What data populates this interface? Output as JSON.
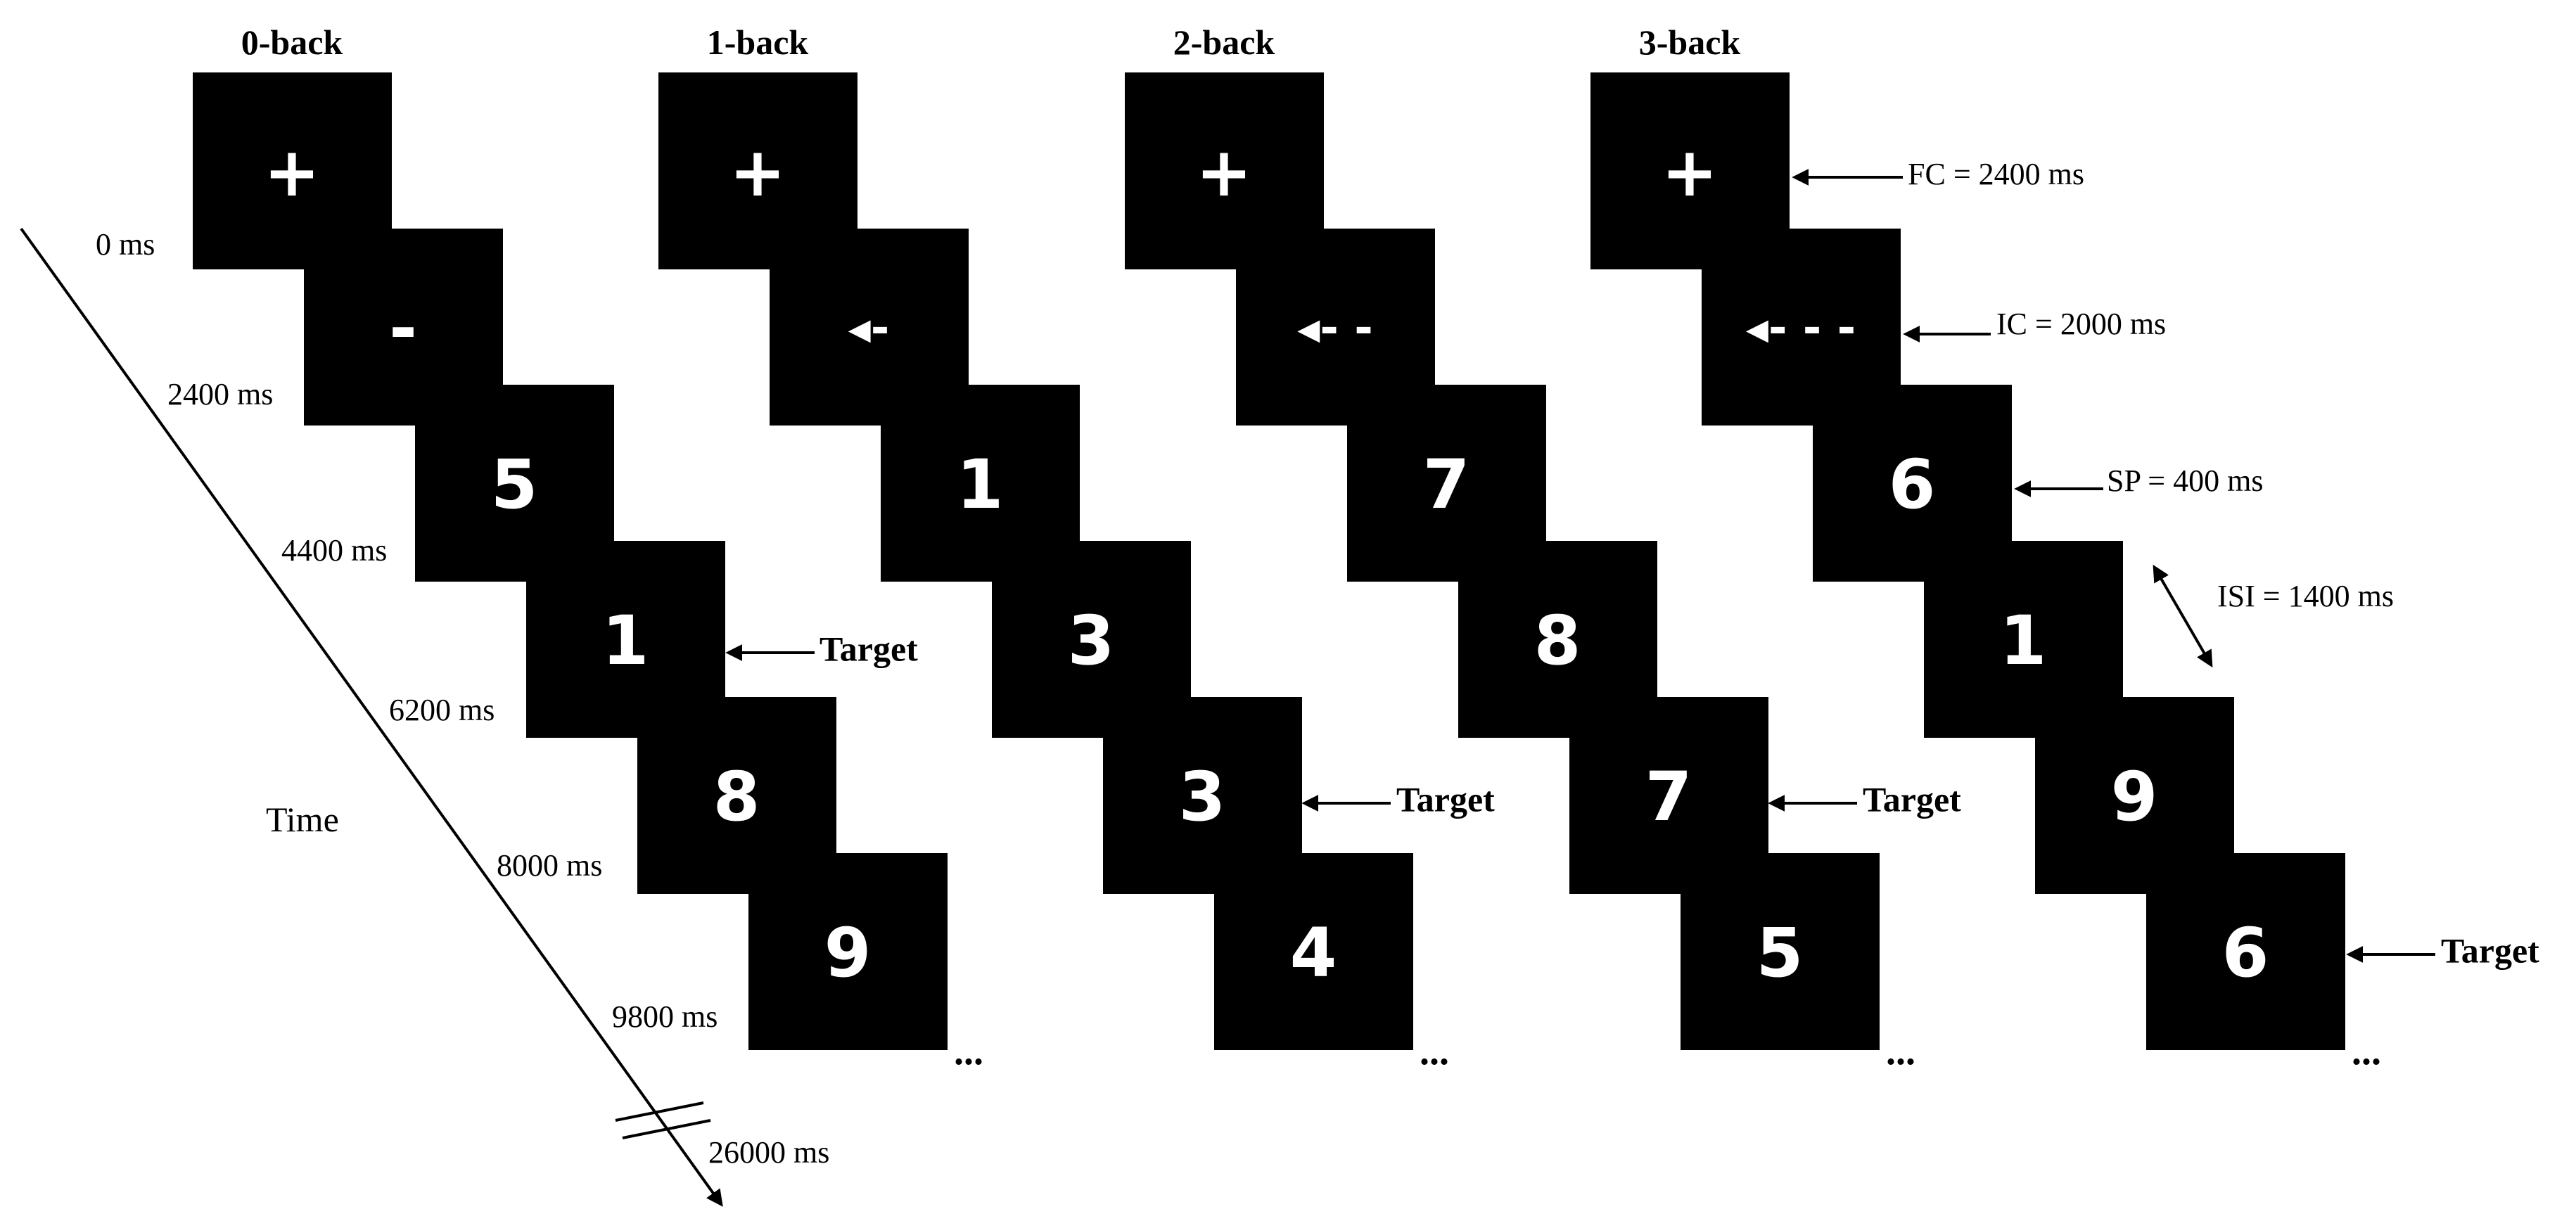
{
  "columns": [
    {
      "title": "0-back",
      "stimuli": [
        "+",
        "-",
        "5",
        "1",
        "8",
        "9"
      ]
    },
    {
      "title": "1-back",
      "stimuli": [
        "+",
        "◂-",
        "1",
        "3",
        "3",
        "4"
      ]
    },
    {
      "title": "2-back",
      "stimuli": [
        "+",
        "◂- -",
        "7",
        "8",
        "7",
        "5"
      ]
    },
    {
      "title": "3-back",
      "stimuli": [
        "+",
        "◂- - -",
        "6",
        "1",
        "9",
        "6"
      ]
    }
  ],
  "ellipsis": "...",
  "timeline": {
    "word": "Time",
    "labels": [
      "0 ms",
      "2400 ms",
      "4400 ms",
      "6200 ms",
      "8000 ms",
      "9800 ms",
      "26000 ms"
    ]
  },
  "annotations": {
    "fc": "FC = 2400 ms",
    "ic": "IC = 2000 ms",
    "sp": "SP = 400 ms",
    "isi": "ISI = 1400 ms"
  },
  "target_label": "Target",
  "colors": {
    "stimulus_bg": "#000000",
    "stimulus_fg": "#ffffff",
    "line": "#000000"
  }
}
